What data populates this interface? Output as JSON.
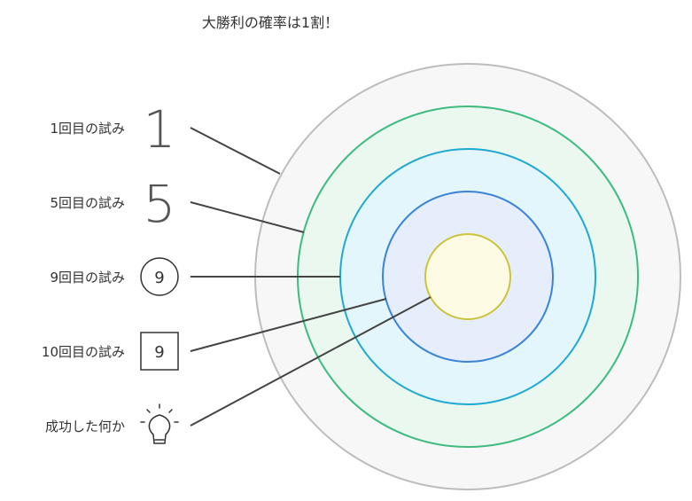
{
  "title": "大勝利の確率は1割！",
  "items": [
    {
      "label": "1回目の試み",
      "icon": "digit-1-icon",
      "icon_text": "1"
    },
    {
      "label": "5回目の試み",
      "icon": "digit-5-icon",
      "icon_text": "5"
    },
    {
      "label": "9回目の試み",
      "icon": "circled-9-icon",
      "icon_text": "9"
    },
    {
      "label": "10回目の試み",
      "icon": "boxed-9-icon",
      "icon_text": "9"
    },
    {
      "label": "成功した何か",
      "icon": "lightbulb-icon"
    }
  ],
  "colors": {
    "ring1_fill": "#f7f7f7",
    "ring1_stroke": "#bdbdbd",
    "ring2_fill": "#eaf8ef",
    "ring2_stroke": "#3dbb80",
    "ring3_fill": "#e3f6fb",
    "ring3_stroke": "#1fa9d1",
    "ring4_fill": "#e6eefb",
    "ring4_stroke": "#3b83d6",
    "ring5_fill": "#fdfbe3",
    "ring5_stroke": "#cbc33a",
    "line": "#444444"
  }
}
